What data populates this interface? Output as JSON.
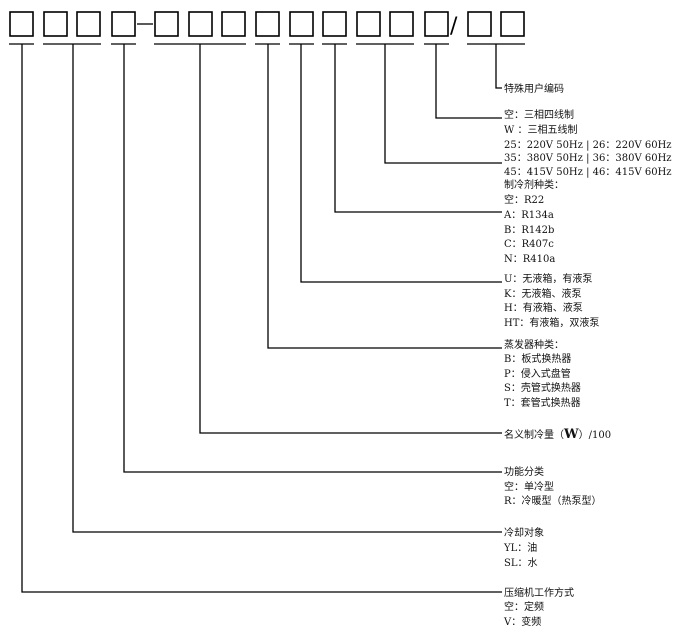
{
  "diagram": {
    "slash": "/",
    "hyphen": "-",
    "groups": [
      {
        "id": "special",
        "lines": [
          "特殊用户编码"
        ]
      },
      {
        "id": "power",
        "lines": [
          "空：三相四线制",
          "W ：三相五线制",
          "25：220V 50Hz | 26：220V 60Hz",
          "35：380V 50Hz | 36：380V 60Hz",
          "45：415V 50Hz | 46：415V 60Hz"
        ]
      },
      {
        "id": "refrigerant",
        "lines": [
          "制冷剂种类：",
          "空：R22",
          "A：R134a",
          "B：R142b",
          "C：R407c",
          "N：R410a"
        ]
      },
      {
        "id": "tank",
        "lines": [
          "U：无液箱，有液泵",
          "K：无液箱、液泵",
          "H：有液箱、液泵",
          "HT：有液箱，双液泵"
        ]
      },
      {
        "id": "evaporator",
        "lines": [
          "蒸发器种类：",
          "B：板式换热器",
          "P：侵入式盘管",
          "S：壳管式换热器",
          "T：套管式换热器"
        ]
      },
      {
        "id": "capacity",
        "prefix": "名义制冷量（",
        "unit": "W",
        "suffix": "）/100"
      },
      {
        "id": "function",
        "lines": [
          "功能分类",
          "空：单冷型",
          "R：冷暖型（热泵型）"
        ]
      },
      {
        "id": "object",
        "lines": [
          "冷却对象",
          "YL：油",
          "SL：水"
        ]
      },
      {
        "id": "compressor",
        "lines": [
          "压缩机工作方式",
          "空：定频",
          "V：变频"
        ]
      }
    ]
  }
}
